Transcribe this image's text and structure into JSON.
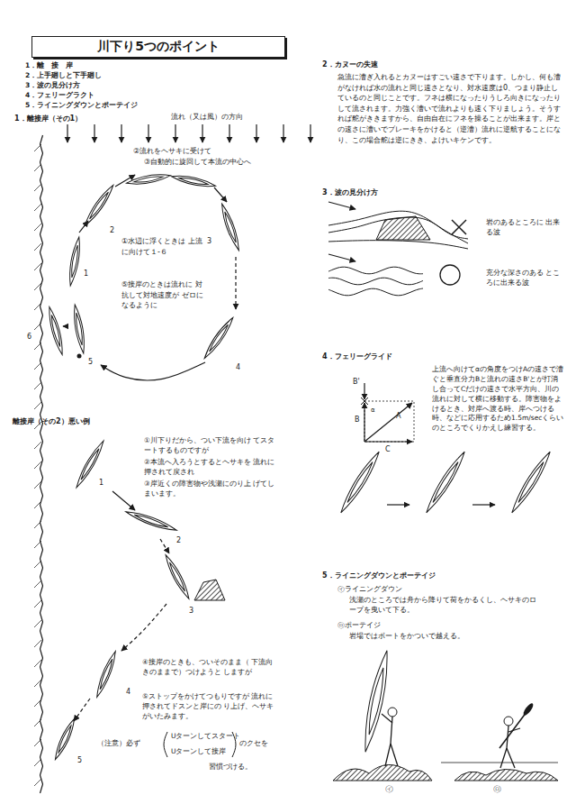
{
  "diagram": {
    "title": "川下り5つのポイント",
    "labels": [
      "1．離　接　岸",
      "2．上手廻しと下手廻し",
      "3．波の見分け方",
      "4．フェリーグラクト",
      "5．ライニングダウンとポーテイジ",
      "1．離接岸（その1）",
      "流れ（又は風）の方向",
      "②流れをヘサキに受けて",
      "③自動的に旋回して本流の中心へ",
      "1",
      "2",
      "3",
      "4",
      "5",
      "6",
      "①水辺に浮くときは 上流に向けて１-６",
      "⑤接岸のときは流れに 対抗して対地速度が ゼロになるように",
      "離接岸（その2）悪い例",
      "1",
      "2",
      "3",
      "4",
      "5",
      "①川下りだから、つい下流を向け てスタートするものですが",
      "②本流へ入ろうとするとヘサキを 流れに押されて戻され",
      "③岸近くの障害物や浅瀬にのり上 げてしまいます。",
      "④接岸のときも、ついそのまま（ 下流向きのままで）つけようと しますが",
      "⑤ストップをかけてつもりですが 流れに押されてドスンと岸にの り上げ、ヘサキがいたみます。",
      "（注意）必ず",
      "Uターンしてスタート",
      "Uターンして接岸",
      "のクセを",
      "習慣づける。",
      "2．カヌーの失速",
      "急流に漕ぎ入れるとカヌーはすごい速さで下ります。しかし、何も漕がなければ水の流れと同じ速さとなり、対水速度は0、つまり静止しているのと同じことです。フネは横になったりうしろ向きになったりして流されます。力強く漕いで流れよりも速く下りましょう。そうすれば舵がききますから、自由自在にフネを操ることが出来ます。岸との速さに漕いでブレーキをかけると（逆漕）流れに逆航することになり、この場合舵は逆にきき、よけいキケンです。",
      "3．波の見分け方",
      "岩のあるところに 出来る波",
      "充分な深さのある ところに出来る波",
      "4．フェリーグライド",
      "上流へ向けてαの角度をつけAの速さで漕ぐと垂直分力Bと流れの速さB'とが打消し合ってCだけの速さで水平方向、川の流れに対して横に移動する。障害物をよけるとき、対岸へ渡る時、岸へつける時、などに応用するため1.5m/secくらいのところでくりかえし練習する。",
      "B'",
      "B",
      "A",
      "C",
      "α",
      "5．ライニングダウンとポーテイジ",
      "㋑ライニングダウン",
      "浅瀬のところでは舟から降りて荷をかるくし、ヘサキのロープを曳いて下る。",
      "㋺ポーテイジ",
      "岩場ではボートをかついで越える。",
      "㋑",
      "㋺"
    ]
  }
}
